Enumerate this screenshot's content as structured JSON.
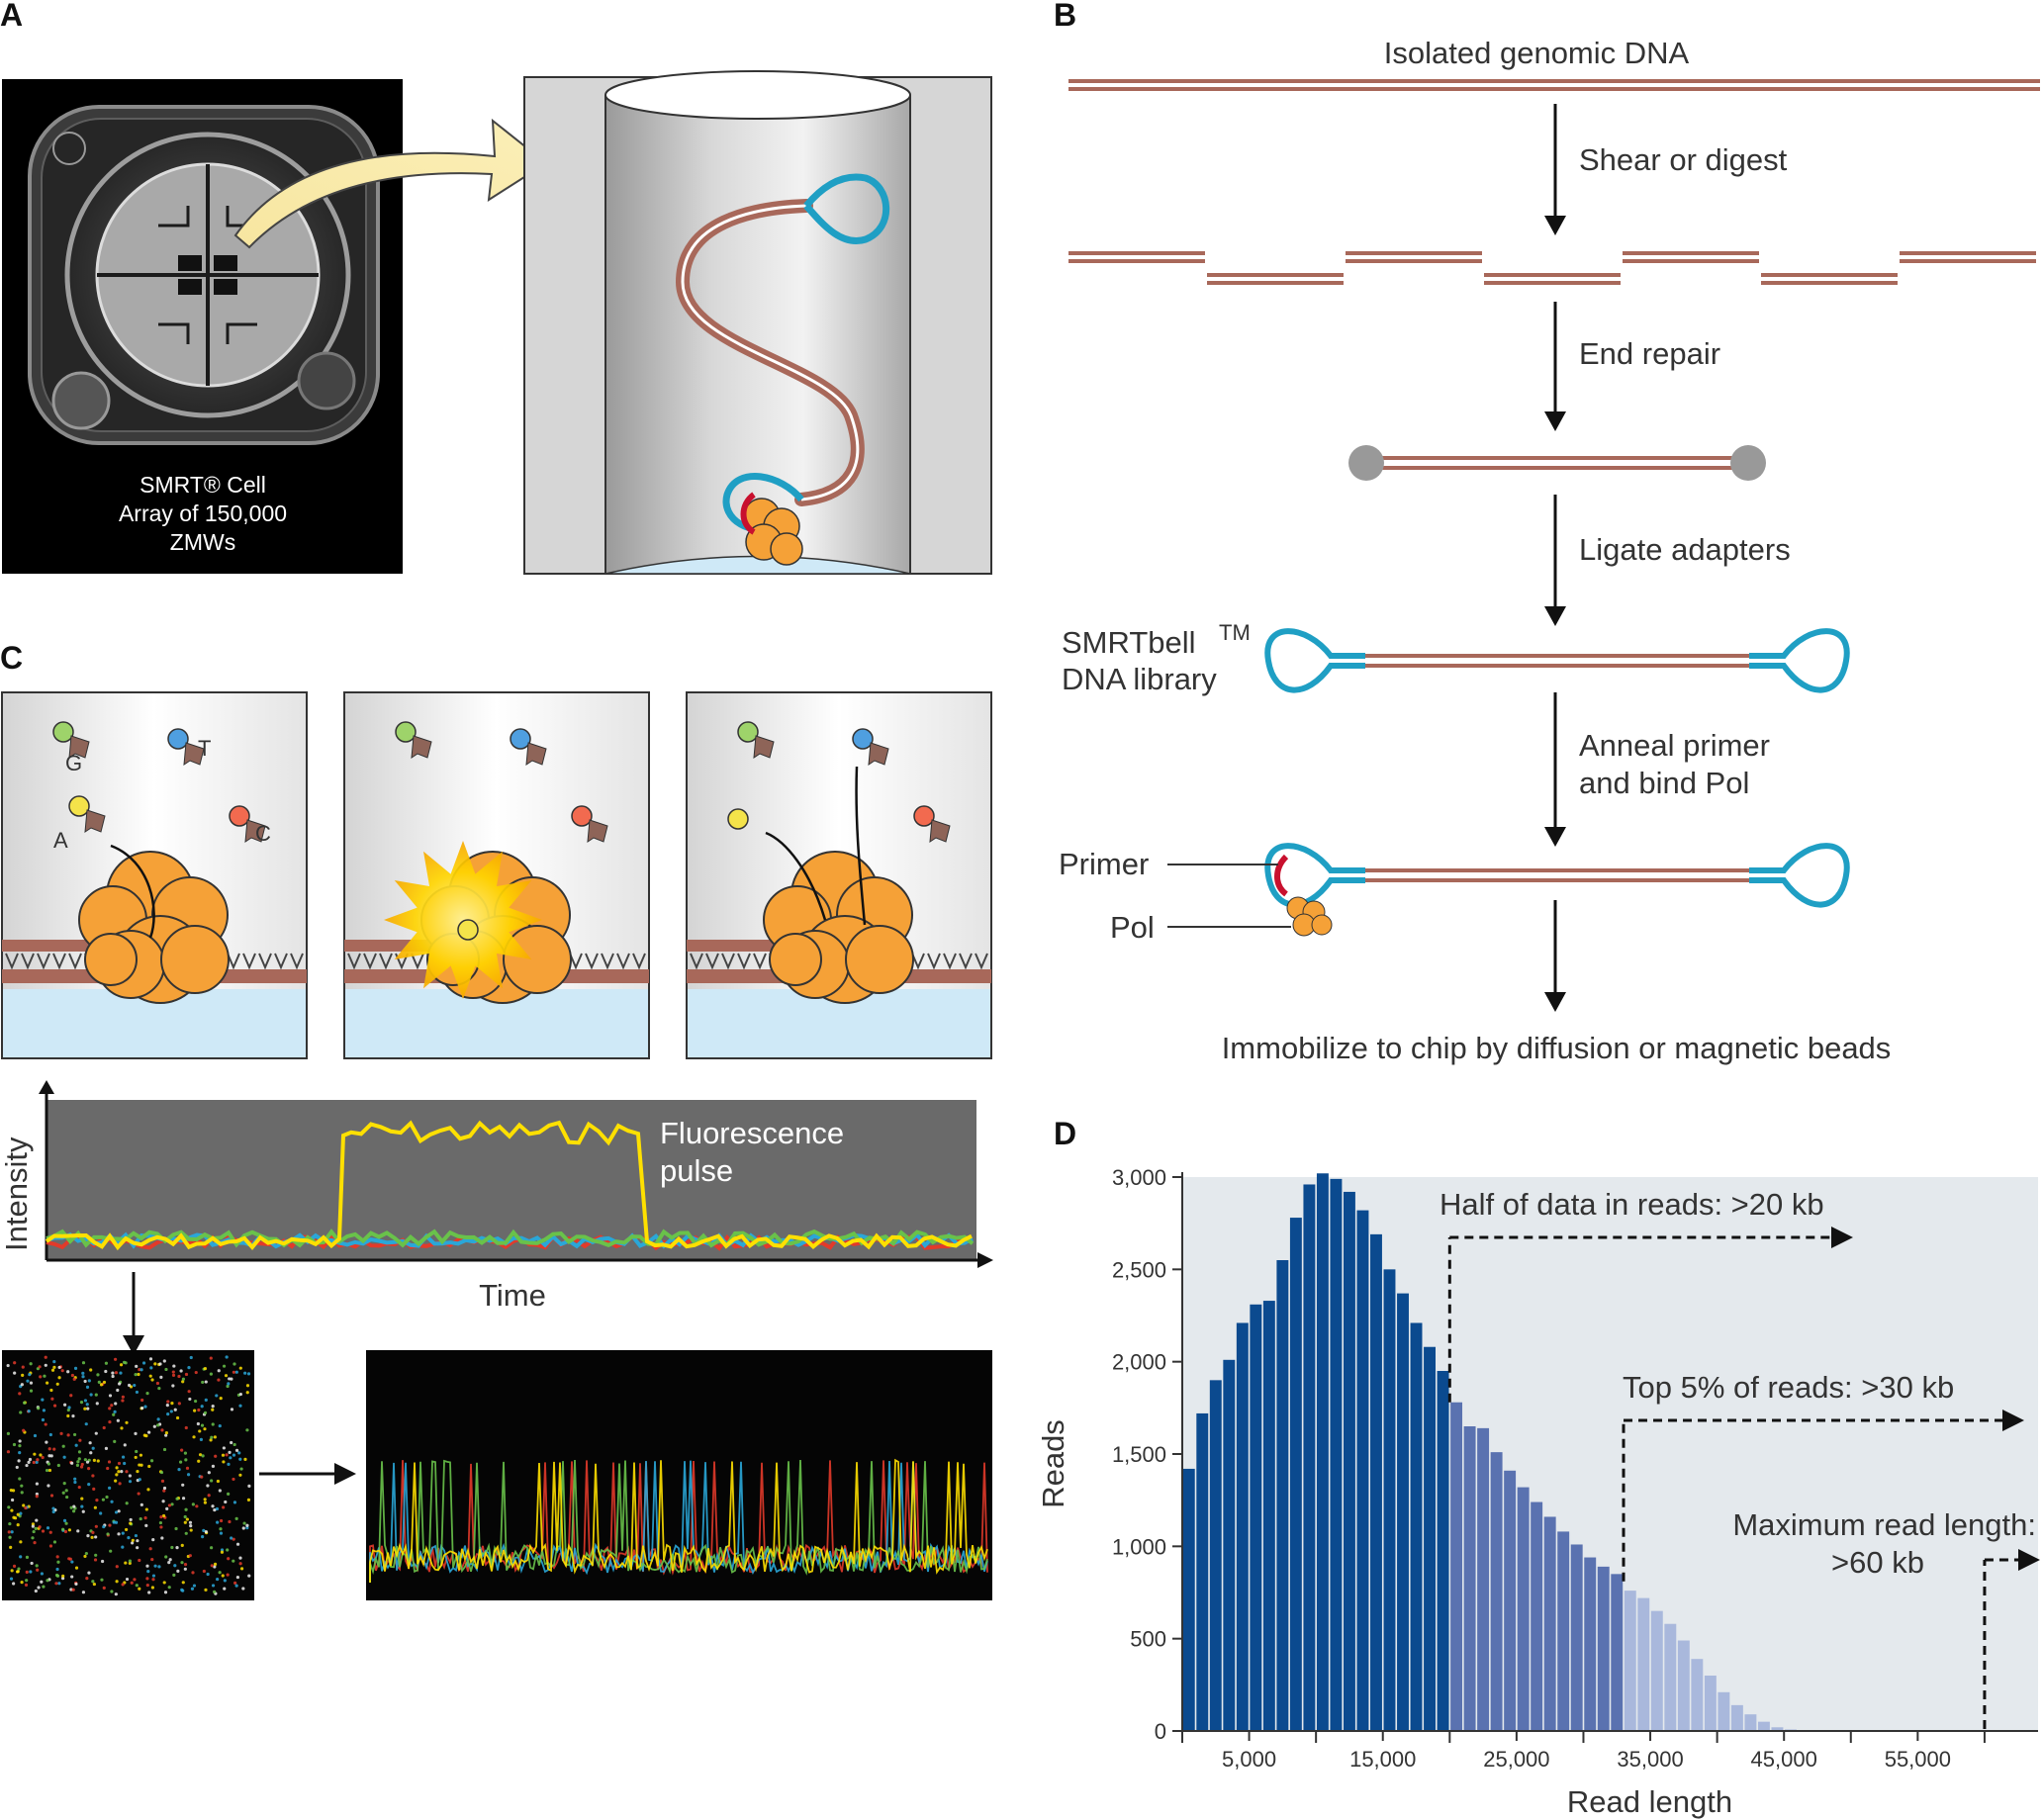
{
  "panels": {
    "a": {
      "letter": "A",
      "chip_line1": "SMRT® Cell",
      "chip_line2": "Array of 150,000",
      "chip_line3": "ZMWs"
    },
    "b": {
      "letter": "B",
      "title": "Isolated genomic DNA",
      "steps": [
        "Shear or digest",
        "End repair",
        "Ligate adapters",
        "Anneal primer",
        "and bind Pol"
      ],
      "library_line1": "SMRTbell",
      "library_tm": "TM",
      "library_line2": "DNA library",
      "primer_label": "Primer",
      "pol_label": "Pol",
      "bottom": "Immobilize to chip by diffusion or magnetic beads"
    },
    "c": {
      "letter": "C",
      "bases": [
        "G",
        "T",
        "A",
        "C"
      ],
      "ylabel": "Intensity",
      "xlabel": "Time",
      "pulse_line1": "Fluorescence",
      "pulse_line2": "pulse"
    },
    "d": {
      "letter": "D"
    }
  },
  "colors": {
    "dna": "#a8685a",
    "adapter": "#1f9fc4",
    "polymerase": "#f5a137",
    "primer": "#c8102e",
    "bar_main": "#0b4a8f",
    "bar_mid": "#5a72b0",
    "bar_light": "#a9b8dc",
    "plot_bg": "#e4e9ed"
  },
  "chart_data": {
    "type": "bar",
    "xlabel": "Read length",
    "ylabel": "Reads",
    "xticks": [
      5000,
      15000,
      25000,
      35000,
      45000,
      55000
    ],
    "xtick_labels": [
      "5,000",
      "15,000",
      "25,000",
      "35,000",
      "45,000",
      "55,000"
    ],
    "yticks": [
      0,
      500,
      1000,
      1500,
      2000,
      2500,
      3000
    ],
    "ytick_labels": [
      "0",
      "500",
      "1,000",
      "1,500",
      "2,000",
      "2,500",
      "3,000"
    ],
    "xlim": [
      0,
      64000
    ],
    "ylim": [
      0,
      3000
    ],
    "bin_width": 1000,
    "bin_starts": [
      0,
      1000,
      2000,
      3000,
      4000,
      5000,
      6000,
      7000,
      8000,
      9000,
      10000,
      11000,
      12000,
      13000,
      14000,
      15000,
      16000,
      17000,
      18000,
      19000,
      20000,
      21000,
      22000,
      23000,
      24000,
      25000,
      26000,
      27000,
      28000,
      29000,
      30000,
      31000,
      32000,
      33000,
      34000,
      35000,
      36000,
      37000,
      38000,
      39000,
      40000,
      41000,
      42000,
      43000,
      44000,
      45000
    ],
    "values": [
      1420,
      1720,
      1900,
      2010,
      2210,
      2310,
      2330,
      2550,
      2780,
      2960,
      3020,
      2990,
      2920,
      2820,
      2690,
      2500,
      2370,
      2210,
      2080,
      1950,
      1780,
      1650,
      1640,
      1510,
      1410,
      1320,
      1240,
      1160,
      1080,
      1010,
      940,
      890,
      850,
      760,
      720,
      650,
      580,
      490,
      390,
      300,
      210,
      140,
      90,
      50,
      20,
      8
    ],
    "groups": [
      {
        "from": 0,
        "to": 20000,
        "color": "#0b4a8f"
      },
      {
        "from": 20000,
        "to": 33000,
        "color": "#5a72b0"
      },
      {
        "from": 33000,
        "to": 64000,
        "color": "#a9b8dc"
      }
    ],
    "annotations": [
      {
        "text": "Half of data in reads: >20 kb",
        "x": 20000
      },
      {
        "text": "Top 5% of reads: >30 kb",
        "x": 33000
      },
      {
        "text": "Maximum read length:",
        "text2": ">60 kb",
        "x": 60000
      }
    ],
    "grid": false
  }
}
